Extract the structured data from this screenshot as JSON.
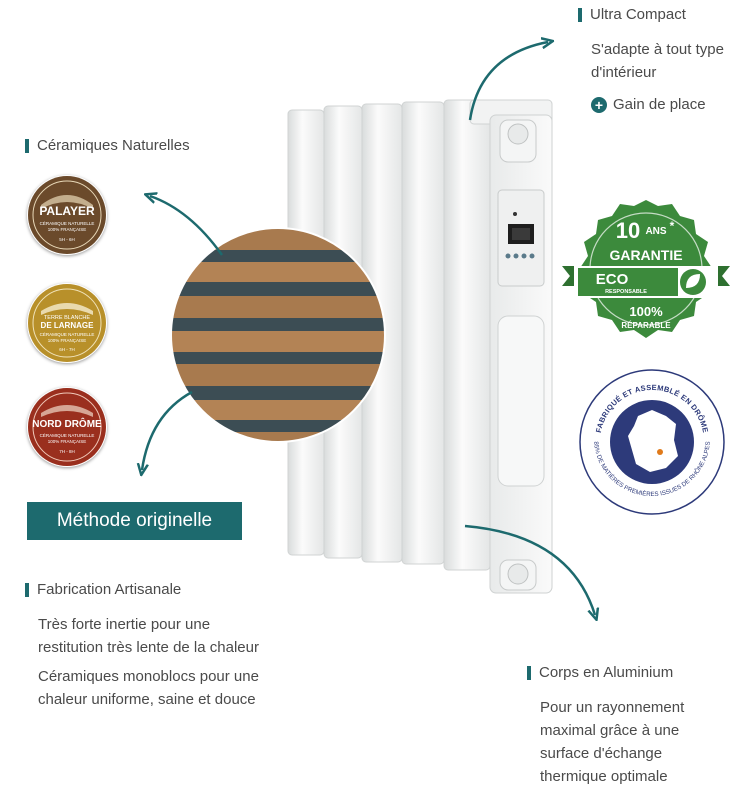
{
  "colors": {
    "accent": "#1d6a6e",
    "eco_green": "#3c8a3c",
    "france_blue": "#2d3a7a"
  },
  "ultra": {
    "title": "Ultra Compact",
    "desc_line1": "S'adapte à tout type",
    "desc_line2": "d'intérieur",
    "plus_label": "Gain de place"
  },
  "ceramiques": {
    "title": "Céramiques Naturelles",
    "badges": [
      {
        "name_line1": "PALAYER",
        "name_line2": "",
        "sub1": "CÉRAMIQUE NATURELLE",
        "sub2": "100% FRANÇAISE",
        "time": "5H - 6H",
        "color": "#6b4a2b"
      },
      {
        "name_line1": "TERRE BLANCHE",
        "name_line2": "DE LARNAGE",
        "sub1": "CÉRAMIQUE NATURELLE",
        "sub2": "100% FRANÇAISE",
        "time": "6H - 7H",
        "color": "#b8902a"
      },
      {
        "name_line1": "NORD DRÔME",
        "name_line2": "",
        "sub1": "CÉRAMIQUE NATURELLE",
        "sub2": "100% FRANÇAISE",
        "time": "7H - 8H",
        "color": "#9a2f1e"
      }
    ]
  },
  "methode": {
    "label": "Méthode originelle"
  },
  "fabrication": {
    "title": "Fabrication Artisanale",
    "p1_line1": "Très forte inertie pour une",
    "p1_line2": "restitution très lente de la chaleur",
    "p2_line1": "Céramiques monoblocs pour une",
    "p2_line2": "chaleur uniforme, saine et douce"
  },
  "corps": {
    "title": "Corps en Aluminium",
    "line1": "Pour un rayonnement",
    "line2": "maximal grâce à une",
    "line3": "surface d'échange",
    "line4": "thermique optimale"
  },
  "garantie": {
    "years": "10",
    "ans": "ANS",
    "star": "*",
    "garantie": "GARANTIE",
    "eco": "ECO",
    "responsable": "RESPONSABLE",
    "pct": "100%",
    "reparable": "RÉPARABLE"
  },
  "france": {
    "top": "FABRIQUÉ ET ASSEMBLÉ EN DRÔME",
    "bottom": "85% DE MATIÈRES PREMIÈRES ISSUES DE RHÔNE ALPES"
  }
}
